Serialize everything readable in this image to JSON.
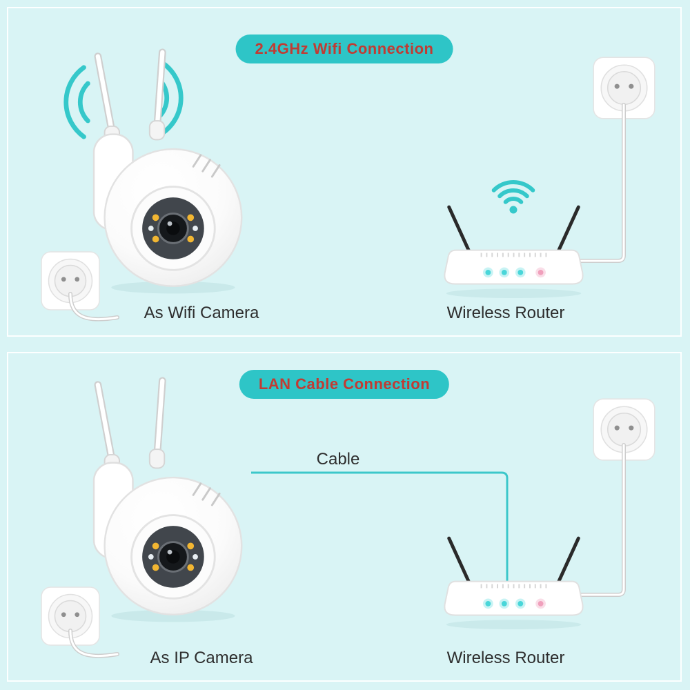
{
  "theme": {
    "bg": "#d9f4f5",
    "accent": "#35c8ca",
    "pill-bg": "#2ec5c7",
    "pill-text": "#c13b33",
    "label-text": "#2d2d2d",
    "cable-lan": "#3cc7ca",
    "led-cyan": "#49d6d9",
    "led-pink": "#f0a0bc"
  },
  "panels": {
    "wifi": {
      "title": "2.4GHz Wifi Connection",
      "camera_label": "As Wifi Camera",
      "router_label": "Wireless Router"
    },
    "lan": {
      "title": "LAN Cable Connection",
      "cable_label": "Cable",
      "camera_label": "As IP Camera",
      "router_label": "Wireless Router"
    }
  }
}
